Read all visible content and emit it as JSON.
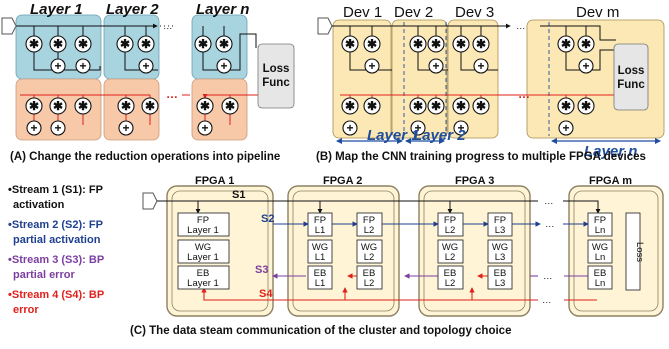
{
  "panel_a": {
    "layer_titles": [
      "Layer 1",
      "Layer 2",
      "Layer n"
    ],
    "ellipsis": "…",
    "loss_label_1": "Loss",
    "loss_label_2": "Func",
    "caption": "(A) Change the reduction operations into pipeline",
    "colors": {
      "top": "#a8d4e0",
      "bottom": "#f7c9a9"
    }
  },
  "panel_b": {
    "dev_titles": [
      "Dev 1",
      "Dev 2",
      "Dev 3",
      "Dev m"
    ],
    "layer_labels": [
      "Layer 1",
      "Layer 2",
      "Layer n"
    ],
    "ellipsis": "…",
    "loss_label_1": "Loss",
    "loss_label_2": "Func",
    "caption": "(B) Map the CNN training progress to multiple FPGA devices",
    "colors": {
      "dev": "#fce8b4"
    }
  },
  "panel_c": {
    "legend": [
      {
        "lines": [
          "•Stream 1 (S1): FP",
          "activation"
        ],
        "color": "#111111"
      },
      {
        "lines": [
          "•Stream 2 (S2): FP",
          "partial activation"
        ],
        "color": "#1f3f8f"
      },
      {
        "lines": [
          "•Stream 3 (S3): BP",
          "partial error"
        ],
        "color": "#7b3fa0"
      },
      {
        "lines": [
          "•Stream 4 (S4): BP",
          "error"
        ],
        "color": "#e0201b"
      }
    ],
    "fpga_titles": [
      "FPGA 1",
      "FPGA 2",
      "FPGA 3",
      "FPGA m"
    ],
    "blocks": {
      "fpga1": [
        [
          "FP",
          "Layer 1"
        ],
        [
          "WG",
          "Layer 1"
        ],
        [
          "EB",
          "Layer 1"
        ]
      ],
      "fpga2_left": [
        [
          "FP",
          "L1"
        ],
        [
          "WG",
          "L1"
        ],
        [
          "EB",
          "L1"
        ]
      ],
      "fpga2_right": [
        [
          "FP",
          "L2"
        ],
        [
          "WG",
          "L2"
        ],
        [
          "EB",
          "L2"
        ]
      ],
      "fpga3_left": [
        [
          "FP",
          "L2"
        ],
        [
          "WG",
          "L2"
        ],
        [
          "EB",
          "L2"
        ]
      ],
      "fpga3_right": [
        [
          "FP",
          "L3"
        ],
        [
          "WG",
          "L3"
        ],
        [
          "EB",
          "L3"
        ]
      ],
      "fpgam": [
        [
          "FP",
          "Ln"
        ],
        [
          "WG",
          "Ln"
        ],
        [
          "EB",
          "Ln"
        ]
      ]
    },
    "loss_label": "Loss",
    "stream_labels": {
      "s1": "S1",
      "s2": "S2",
      "s3": "S3",
      "s4": "S4"
    },
    "ellipsis": "…",
    "caption": "(C) The data steam communication of the cluster and topology choice",
    "colors": {
      "fpga": "#fff5d6",
      "fpga_border": "#8c8060",
      "s1": "#111111",
      "s2": "#1f3f8f",
      "s3": "#7b3fa0",
      "s4": "#e0201b"
    }
  }
}
